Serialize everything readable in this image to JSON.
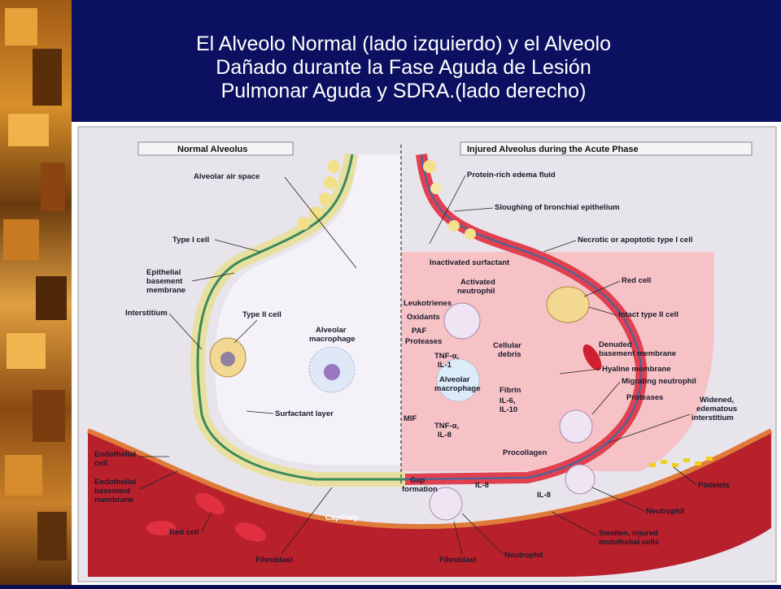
{
  "slide": {
    "title_lines": [
      "El Alveolo Normal (lado izquierdo) y el Alveolo",
      "Dañado durante la Fase Aguda de  Lesión",
      "Pulmonar Aguda y SDRA.(lado derecho)"
    ]
  },
  "figure": {
    "left_header": "Normal Alveolus",
    "right_header": "Injured Alveolus during the Acute Phase",
    "left_labels": {
      "air_space": "Alveolar air space",
      "type1": "Type I cell",
      "epi_bm_1": "Epithelial",
      "epi_bm_2": "basement",
      "epi_bm_3": "membrane",
      "interstitium": "Interstitium",
      "type2": "Type II cell",
      "macro_1": "Alveolar",
      "macro_2": "macrophage",
      "surfactant": "Surfactant layer",
      "endo_1": "Endothelial",
      "endo_2": "cell",
      "endo_bm_1": "Endothelial",
      "endo_bm_2": "basement",
      "endo_bm_3": "membrane",
      "red_cell": "Red cell",
      "capillary": "Capillary",
      "fibroblast": "Fibroblast"
    },
    "right_labels": {
      "edema": "Protein-rich edema fluid",
      "sloughing": "Sloughing of bronchial epithelium",
      "necrotic": "Necrotic or apoptotic type I cell",
      "inact_surf": "Inactivated surfactant",
      "act_neut_1": "Activated",
      "act_neut_2": "neutrophil",
      "red_cell": "Red cell",
      "leukotrienes": "Leukotrienes",
      "oxidants": "Oxidants",
      "paf": "PAF",
      "proteases": "Proteases",
      "intact_t2": "Intact type II cell",
      "denuded_1": "Denuded",
      "denuded_2": "basement membrane",
      "tnf1": "TNF-α,",
      "il1": "IL-1",
      "cell_debris_1": "Cellular",
      "cell_debris_2": "debris",
      "hyaline": "Hyaline membrane",
      "alv_macro_1": "Alveolar",
      "alv_macro_2": "macrophage",
      "fibrin": "Fibrin",
      "migr_neut": "Migrating neutrophil",
      "il6": "IL-6,",
      "il10": "IL-10",
      "proteases2": "Proteases",
      "widened_1": "Widened,",
      "widened_2": "edematous",
      "widened_3": "interstitium",
      "mif": "MIF",
      "tnf2": "TNF-α,",
      "il8a": "IL-8",
      "procollagen": "Procollagen",
      "gap_1": "Gap",
      "gap_2": "formation",
      "il8b": "IL-8",
      "il8c": "IL-8",
      "platelets": "Platelets",
      "neutrophil": "Neutrophil",
      "swollen_1": "Swollen, injured",
      "swollen_2": "endothelial cells",
      "fibroblast": "Fibroblast",
      "neutrophil2": "Neutrophil"
    }
  }
}
